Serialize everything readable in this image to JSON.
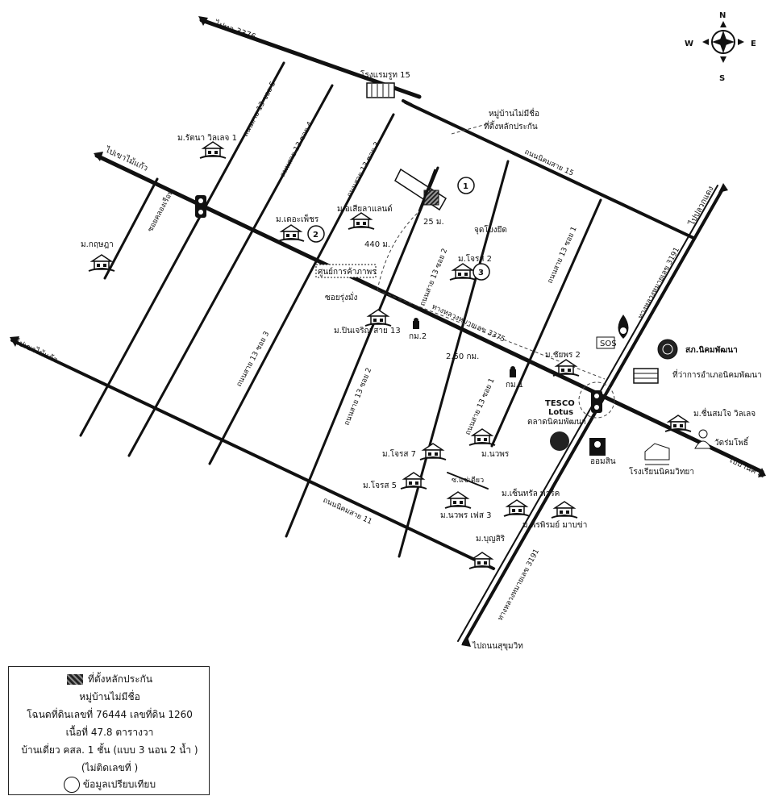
{
  "compass": {
    "n": "N",
    "s": "S",
    "e": "E",
    "w": "W"
  },
  "roads": {
    "to_tk3376": "ไปทล.3376",
    "to_khao_mai_kaew_top": "ไปเขาไม้แก้ว",
    "to_khao_mai_kaew_left": "ไปเขาไม้แก้ว",
    "to_pluak_daeng": "ไปปลวกแดง",
    "to_ban_khai": "ไปบ้านค่าย",
    "to_sukhumvit": "ไปถนนสุขุมวิท",
    "soi5": "ถนนสาย 13 ซอย 5",
    "soi4": "ถนนสาย 13 ซอย 4",
    "soi3_top": "ถนนสาย 13 ซอย 3",
    "soi3_left": "ถนนสาย 13 ซอย 3",
    "soi2_mid": "ถนนสาย 13 ซอย 2",
    "soi2_low": "ถนนสาย 13 ซอย 2",
    "soi1_right": "ถนนสาย 13 ซอย 1",
    "soi1_low": "ถนนสาย 13 ซอย 1",
    "nikhom15": "ถนนนิคมสาย 15",
    "nikhom11": "ถนนนิคมสาย 11",
    "hwy3375": "ทางหลวงหมายเลข 3375",
    "hwy3191_top": "ทางหลวงหมายเลข 3191",
    "hwy3191_low": "ทางหลวงหมายเลข 3191",
    "soi_khlong_ruean": "ซอยคลองเรือน",
    "soi_sae_iao": "ซ.แซ่เตียว"
  },
  "places": {
    "hotel": "โรงแรมรูท 15",
    "unnamed_village": "หมู่บ้านไม่มีชื่อ",
    "collateral_site": "ที่ตั้งหลักประกัน",
    "rattana_village": "ม.รัตนา วิลเลจ 1",
    "kritsada": "ม.กฤษฎา",
    "the_ocean": "ม.เดอะเพ็ชร",
    "asia_land": "ม.อเสียลาแลนด์",
    "chorot2": "ม.โจรส 2",
    "pinchaloen": "ม.ปินเจริญ สาย 13",
    "chaiphon2": "ม.ชัยพร 2",
    "chuenchom": "ม.ชื่นสมใจ วิลเลจ",
    "chorot7": "ม.โจรส 7",
    "napon": "ม.นวพร",
    "chorot5": "ม.โจรส 5",
    "napon_phase3": "ม.นวพร เฟส 3",
    "central_park": "ม.เซ็นทรัล พาร์ค",
    "phonphirom": "ม.พรพิรมย์ มาบข่า",
    "bunsiri": "ม.บุญสิริ",
    "shopping_center": "ศูนย์การค้าภาพร",
    "soi_ruang": "ซอยรุ่งมั่ง",
    "check_point": "จุดโยงยึด",
    "km2": "กม.2",
    "km1": "กม.1",
    "tesco_top": "TESCO",
    "tesco_bottom": "Lotus",
    "nikhom_market": "ตลาดนิคมพัฒนา",
    "police": "สภ.นิคมพัฒนา",
    "district_office": "ที่ว่าการอำเภอนิคมพัฒนา",
    "school": "โรงเรียนนิคมวิทยา",
    "temple": "วัดร่มโพธิ์",
    "savings_bank": "ออมสิน",
    "ptt_brand": "SOS"
  },
  "distances": {
    "d440": "440 ม.",
    "d25": "25 ม.",
    "d250": "2.50 กม."
  },
  "markers": {
    "m1": "1",
    "m2": "2",
    "m3": "3"
  },
  "legend": {
    "collateral": "ที่ตั้งหลักประกัน",
    "village": "หมู่บ้านไม่มีชื่อ",
    "deed": "โฉนดที่ดินเลขที่ 76444 เลขที่ดิน 1260",
    "area": "เนื้อที่ 47.8 ตารางวา",
    "house": "บ้านเดี่ยว คสล. 1 ชั้น (แบบ 3 นอน 2 น้ำ )",
    "no_number": "(ไม่ติดเลขที่ )",
    "compare": "ข้อมูลเปรียบเทียบ"
  }
}
